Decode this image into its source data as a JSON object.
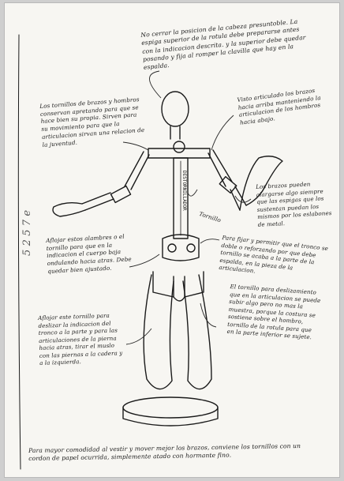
{
  "page": {
    "margin_marks": "5 2 5 7 e"
  },
  "notes": {
    "top": "No cerrar la posicion de la cabeza presuntoble. La espiga superior de la rotula debe prepararse antes con la indicacion descrita. y la superior debe quedar posando y fija al romper la clavilla que hay en la espalda.",
    "left_arm": "Los tornillos de brazos y hombros conservan apretando para que se hace bien su propia. Sirven para su movimiento para que la articulacion sirvan una relacion de la juventud.",
    "right_shoulder": "Visto articulado los brazos hacia arriba manteniendo la articulacion de los hombros hacia abajo.",
    "right_arm": "Los brazos pueden alargarse algo siempre que las espigas que los sustentan puedan los mismos por los eslabones de metal.",
    "tornillo": "Tornillo",
    "mid_right": "Para fijar y permitir que el tronco se doble o reforzando por que debe tornillo se acaba a la parte de la espalda, en la pieza de la articulacion.",
    "waist": "Aflojar estos alambres o el tornillo para que en la indicacion el cuerpo baja ondulando hacia atras. Debe quedar bien ajustado.",
    "lower_right": "El tornillo para deslizamiento que en la articulacion se puede subir algo pero no mas la muestra, porque la costura se sostiene sobre el hombro, tornillo de la rotula para que en la parte inferior se sujete.",
    "lower_left": "Aflojar este tornillo para deslizar la indicacion del tronco a la parte y para las articulaciones de la pierna hacia atras, tirar el muslo con las piernas a la cadera y a la izquierda.",
    "bottom": "Para mayor comodidad al vestir y mover mejor los brazos, conviene los tornillos con un cordon de papel ocurrida, simplemente atado con hormante fino.",
    "spine_label": "DESTORNILLADOR"
  }
}
